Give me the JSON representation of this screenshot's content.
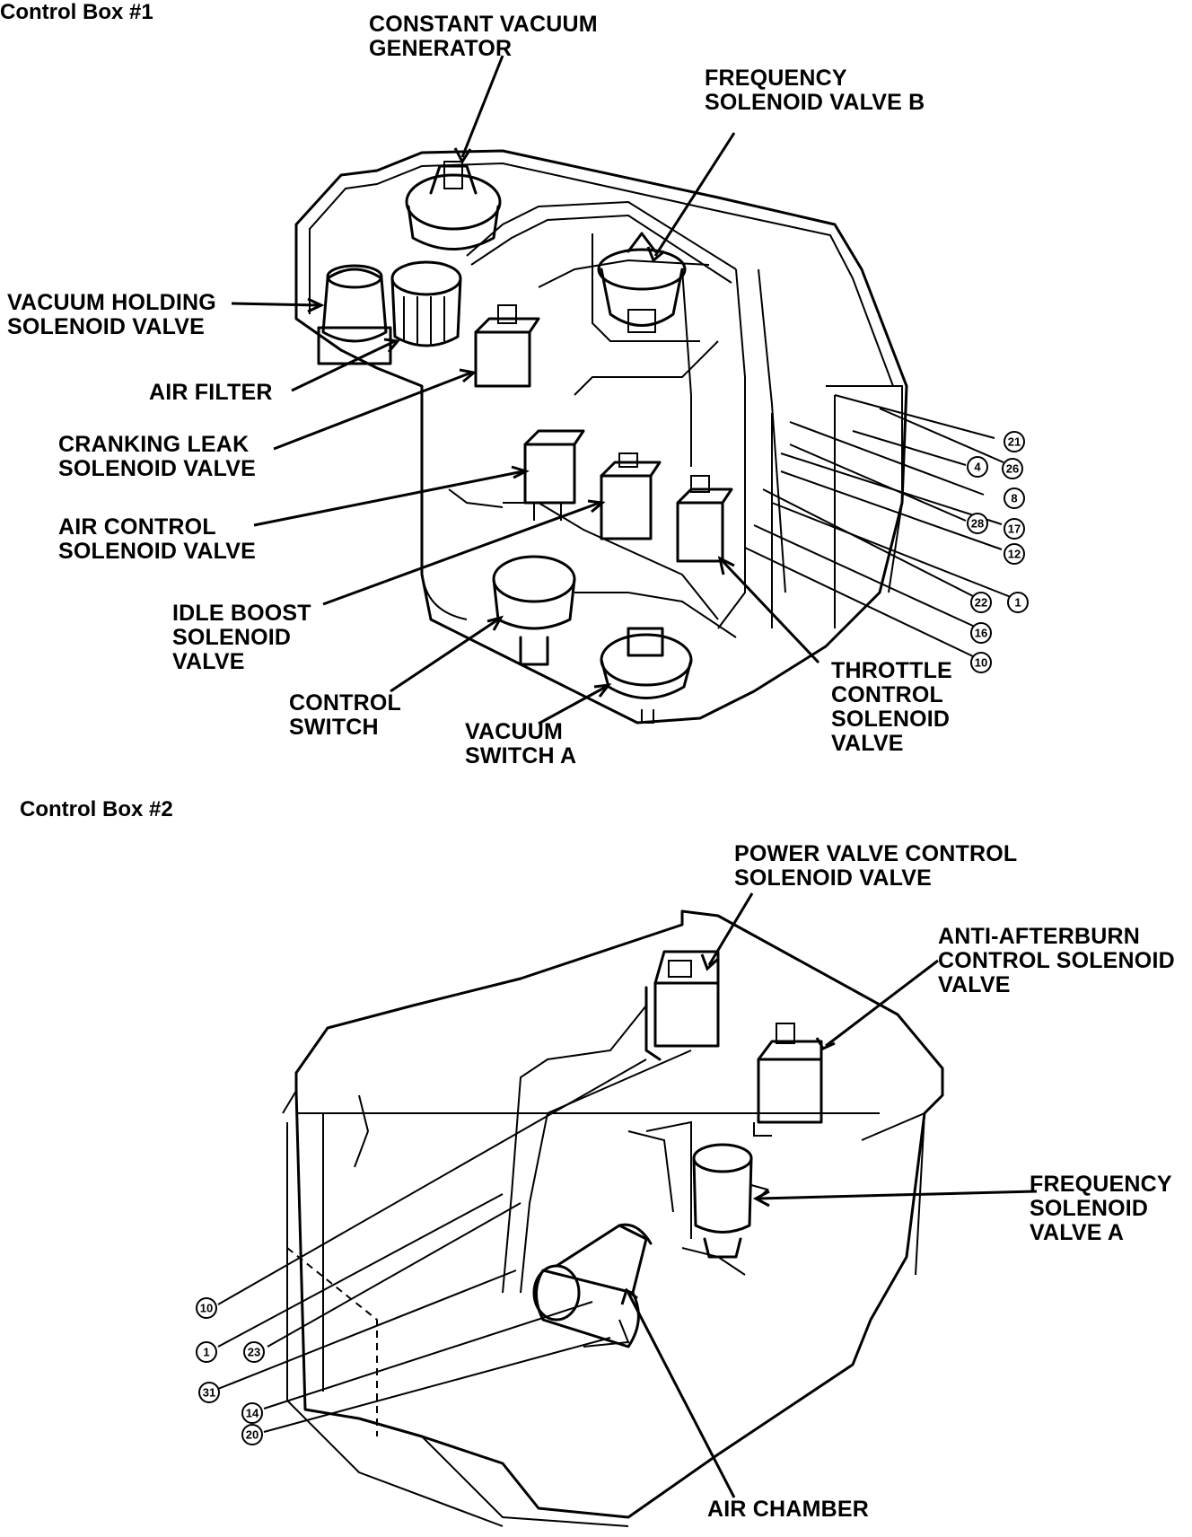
{
  "box1": {
    "title": "Control Box #1",
    "labels": {
      "constant_vacuum_generator": "CONSTANT VACUUM\nGENERATOR",
      "frequency_solenoid_valve_b": "FREQUENCY\nSOLENOID VALVE B",
      "vacuum_holding_solenoid_valve": "VACUUM HOLDING\nSOLENOID VALVE",
      "air_filter": "AIR FILTER",
      "cranking_leak_solenoid_valve": "CRANKING LEAK\nSOLENOID VALVE",
      "air_control_solenoid_valve": "AIR CONTROL\nSOLENOID VALVE",
      "idle_boost_solenoid_valve": "IDLE BOOST\nSOLENOID\nVALVE",
      "control_switch": "CONTROL\nSWITCH",
      "vacuum_switch_a": "VACUUM\nSWITCH A",
      "throttle_control_solenoid_valve": "THROTTLE\nCONTROL\nSOLENOID\nVALVE"
    },
    "port_numbers": [
      "21",
      "26",
      "4",
      "8",
      "28",
      "17",
      "12",
      "22",
      "1",
      "16",
      "10"
    ]
  },
  "box2": {
    "title": "Control Box #2",
    "labels": {
      "power_valve_control_solenoid_valve": "POWER VALVE CONTROL\nSOLENOID VALVE",
      "anti_afterburn_control_solenoid_valve": "ANTI-AFTERBURN\nCONTROL SOLENOID\nVALVE",
      "frequency_solenoid_valve_a": "FREQUENCY\nSOLENOID\nVALVE A",
      "air_chamber": "AIR CHAMBER"
    },
    "port_numbers": [
      "10",
      "1",
      "23",
      "31",
      "14",
      "20"
    ]
  }
}
